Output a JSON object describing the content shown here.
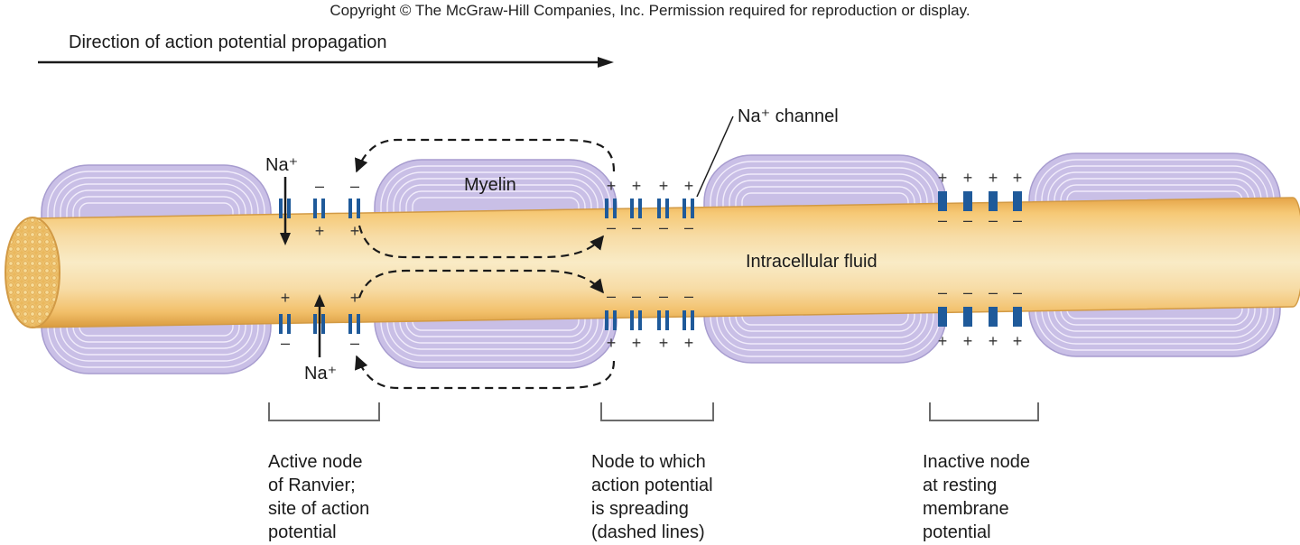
{
  "copyright": "Copyright © The McGraw-Hill Companies, Inc. Permission required for reproduction or display.",
  "direction_label": "Direction of action potential propagation",
  "labels": {
    "na_channel": "Na⁺ channel",
    "na_top": "Na⁺",
    "na_bottom": "Na⁺",
    "myelin": "Myelin",
    "intracellular": "Intracellular fluid"
  },
  "captions": {
    "active_node": [
      "Active node",
      "of Ranvier;",
      "site of action",
      "potential"
    ],
    "spreading_node": [
      "Node to which",
      "action potential",
      "is spreading",
      "(dashed lines)"
    ],
    "inactive_node": [
      "Inactive node",
      "at resting",
      "membrane",
      "potential"
    ]
  },
  "colors": {
    "axon": "#f2c46d",
    "axon_core": "#f8e8bf",
    "myelin": "#c9bfe6",
    "myelin_stripe": "#f1ecfb",
    "channel": "#1f5a9a"
  }
}
